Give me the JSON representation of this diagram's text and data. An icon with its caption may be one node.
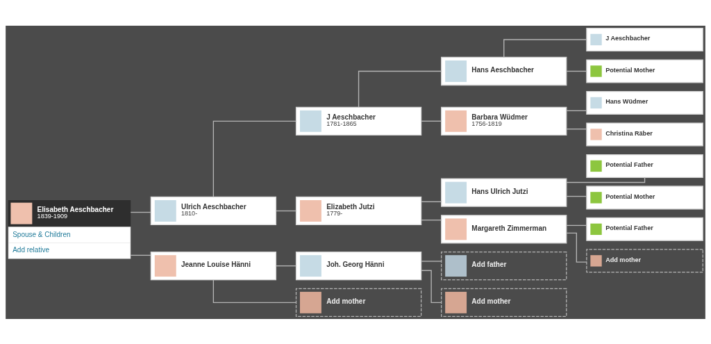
{
  "diagram": {
    "nodes": [
      {
        "text": [
          "Elisabeth Aeschbacher",
          "1839-1909",
          "Spouse & Children",
          "Add relative"
        ]
      },
      {
        "text": [
          "Ulrich Aeschbacher",
          "1810-"
        ]
      },
      {
        "text": [
          "Jeanne Louise Hänni"
        ]
      },
      {
        "text": [
          "J Aeschbacher",
          "1781-1865"
        ]
      },
      {
        "text": [
          "Elizabeth Jutzi",
          "1779-"
        ]
      },
      {
        "text": [
          "Joh. Georg Hänni"
        ]
      },
      {
        "text": [
          "Add mother"
        ]
      },
      {
        "text": [
          "Hans Aeschbacher"
        ]
      },
      {
        "text": [
          "Barbara Wüdmer",
          "1756-1819"
        ]
      },
      {
        "text": [
          "Hans Ulrich Jutzi"
        ]
      },
      {
        "text": [
          "Margareth Zimmerman"
        ]
      },
      {
        "text": [
          "Add father"
        ]
      },
      {
        "text": [
          "Add mother"
        ]
      },
      {
        "text": [
          "J Aeschbacher"
        ]
      },
      {
        "text": [
          "Potential Mother"
        ]
      },
      {
        "text": [
          "Hans Wüdmer"
        ]
      },
      {
        "text": [
          "Christina Räber"
        ]
      },
      {
        "text": [
          "Potential Father"
        ]
      },
      {
        "text": [
          "Potential Mother"
        ]
      },
      {
        "text": [
          "Potential Father"
        ]
      },
      {
        "text": [
          "Add mother"
        ]
      }
    ],
    "edges": [
      {
        "from": 0,
        "to": 1,
        "arrow": "none"
      },
      {
        "from": 0,
        "to": 2,
        "arrow": "none"
      },
      {
        "from": 1,
        "to": 3,
        "arrow": "none"
      },
      {
        "from": 1,
        "to": 4,
        "arrow": "none"
      },
      {
        "from": 2,
        "to": 5,
        "arrow": "none"
      },
      {
        "from": 2,
        "to": 6,
        "arrow": "none"
      },
      {
        "from": 3,
        "to": 7,
        "arrow": "none"
      },
      {
        "from": 3,
        "to": 8,
        "arrow": "none"
      },
      {
        "from": 4,
        "to": 9,
        "arrow": "none"
      },
      {
        "from": 4,
        "to": 10,
        "arrow": "none"
      },
      {
        "from": 5,
        "to": 11,
        "arrow": "none"
      },
      {
        "from": 5,
        "to": 12,
        "arrow": "none"
      },
      {
        "from": 7,
        "to": 13,
        "arrow": "none"
      },
      {
        "from": 7,
        "to": 14,
        "arrow": "none"
      },
      {
        "from": 8,
        "to": 15,
        "arrow": "none"
      },
      {
        "from": 8,
        "to": 16,
        "arrow": "none"
      },
      {
        "from": 9,
        "to": 17,
        "arrow": "none"
      },
      {
        "from": 9,
        "to": 18,
        "arrow": "none"
      },
      {
        "from": 10,
        "to": 19,
        "arrow": "none"
      },
      {
        "from": 10,
        "to": 20,
        "arrow": "none"
      }
    ]
  }
}
